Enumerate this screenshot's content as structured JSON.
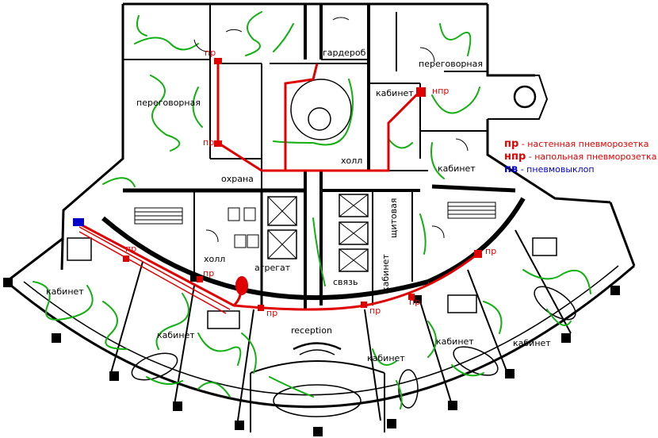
{
  "rooms": {
    "gardarob": "гардероб",
    "peregovornaya_top": "переговорная",
    "peregovornaya_left": "переговорная",
    "kabinet_center": "кабинет",
    "kabinet_right": "кабинет",
    "holl_top": "холл",
    "ohrana": "охрана",
    "shitovaya": "щитовая",
    "kabinet_shaft": "кабинет",
    "svyaz": "связь",
    "holl_left": "холл",
    "agregat": "агрегат",
    "reception": "reception",
    "kabinet_far_left": "кабинет",
    "kabinet_left2": "кабинет",
    "kabinet_mid": "кабинет",
    "kabinet_right2": "кабинет",
    "kabinet_far_right": "кабинет"
  },
  "markers": {
    "pr": "пр",
    "npr": "нпр"
  },
  "legend": [
    {
      "code": "пр",
      "text": " - настенная пневморозетка",
      "color": "red"
    },
    {
      "code": "нпр",
      "text": " - напольная пневморозетка",
      "color": "red"
    },
    {
      "code": "пв",
      "text": " - пневмовыклоп",
      "color": "blue"
    }
  ],
  "colors": {
    "walls": "#000000",
    "airflow": "#12b012",
    "pipeline": "#e00000",
    "legend_blue": "#0000c8"
  }
}
